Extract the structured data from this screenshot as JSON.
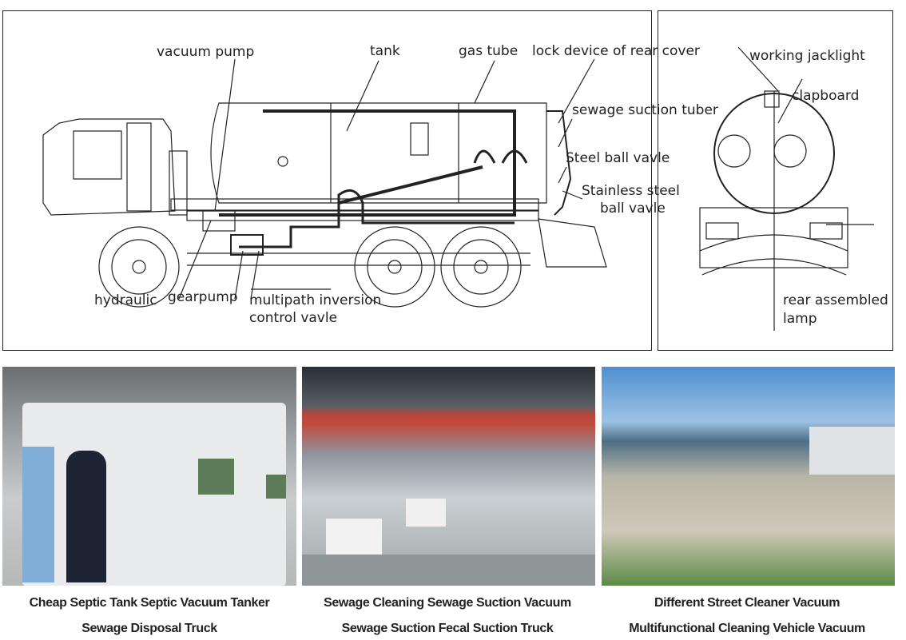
{
  "diagram": {
    "side_view_labels": {
      "vacuum_pump": "vacuum pump",
      "tank": "tank",
      "gas_tube": "gas tube",
      "lock_device": "lock device of rear cover",
      "sewage_suction_tuber": "sewage suction tuber",
      "steel_ball_valve": "Steel ball vavle",
      "stainless_1": "Stainless steel",
      "stainless_2": "ball vavle",
      "hydraulic": "hydraulic",
      "gearpump": "gearpump",
      "multipath_1": "multipath inversion",
      "multipath_2": "control vavle"
    },
    "rear_view_labels": {
      "working_jacklight": "working jacklight",
      "clapboard": "clapboard",
      "rear_lamp_1": "rear assembled",
      "rear_lamp_2": "lamp"
    }
  },
  "products": [
    {
      "line1": "Cheap Septic Tank Septic Vacuum Tanker",
      "line2": "Sewage Disposal Truck"
    },
    {
      "line1": "Sewage Cleaning Sewage Suction Vacuum",
      "line2": "Sewage Suction Fecal Suction Truck"
    },
    {
      "line1": "Different Street Cleaner Vacuum",
      "line2": "Multifunctional Cleaning Vehicle Vacuum"
    }
  ]
}
